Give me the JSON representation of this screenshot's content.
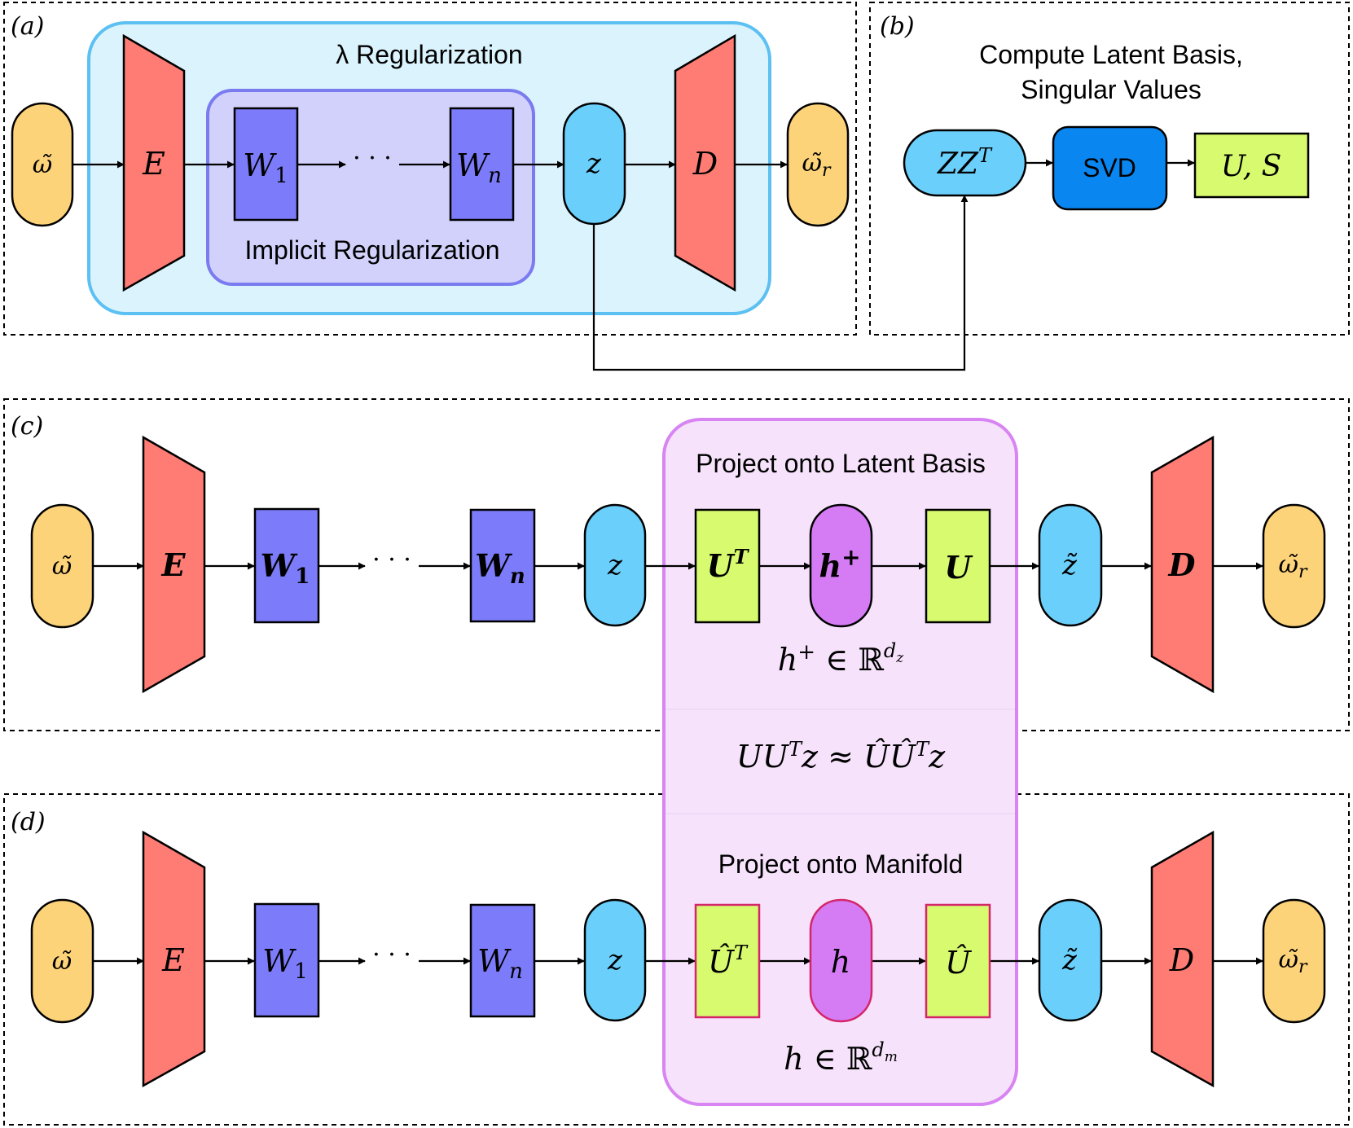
{
  "panels": {
    "a": {
      "label": "(a)",
      "outer_group_label": "λ Regularization",
      "inner_group_label": "Implicit Regularization",
      "input": "ω̃",
      "encoder": "E",
      "w1_main": "W",
      "w1_sub": "1",
      "dots": "· · ·",
      "wn_main": "W",
      "wn_sub": "n",
      "latent": "z",
      "decoder": "D",
      "output_main": "ω̃",
      "output_sub": "r"
    },
    "b": {
      "label": "(b)",
      "title_line1": "Compute Latent Basis,",
      "title_line2": "Singular Values",
      "zzt_main": "ZZ",
      "zzt_sup": "T",
      "svd": "SVD",
      "us": "U, S"
    },
    "c": {
      "label": "(c)",
      "input": "ω̃",
      "encoder": "E",
      "w1_main": "W",
      "w1_sub": "1",
      "dots": "· · ·",
      "wn_main": "W",
      "wn_sub": "n",
      "latent": "z",
      "ut_main": "U",
      "ut_sup": "T",
      "h_main": "h",
      "h_sup": "+",
      "u": "U",
      "ztilde": "z̃",
      "decoder": "D",
      "output_main": "ω̃",
      "output_sub": "r"
    },
    "d": {
      "label": "(d)",
      "input": "ω̃",
      "encoder": "E",
      "w1_main": "W",
      "w1_sub": "1",
      "dots": "· · ·",
      "wn_main": "W",
      "wn_sub": "n",
      "latent": "z",
      "uhatt_main": "Û",
      "uhatt_sup": "T",
      "h": "h",
      "uhat": "Û",
      "ztilde": "z̃",
      "decoder": "D",
      "output_main": "ω̃",
      "output_sub": "r"
    }
  },
  "projection": {
    "basis_title": "Project onto Latent Basis",
    "basis_eq_main": "h",
    "basis_eq_sup": "+",
    "basis_eq_rel": " ∈ ℝ",
    "basis_eq_exp": "d",
    "basis_eq_expsub": "z",
    "approx_eq_a": "UU",
    "approx_eq_a_sup": "T",
    "approx_eq_b": "z ≈ ÛÛ",
    "approx_eq_b_sup": "T",
    "approx_eq_c": "z",
    "manifold_title": "Project onto Manifold",
    "manifold_eq_main": "h",
    "manifold_eq_rel": " ∈ ℝ",
    "manifold_eq_exp": "d",
    "manifold_eq_expsub": "m"
  },
  "colors": {
    "input_output": "#fdd37a",
    "encoder_decoder": "#fe7c73",
    "weight_layer": "#7c7cfa",
    "latent": "#6bcffb",
    "projection_matrix": "#d7fa6f",
    "hidden": "#d57cf5",
    "svd": "#0a86f0",
    "lambda_box": "#dbf3fd",
    "implicit_box": "#d1d1fb",
    "projection_box": "#f6e3fb"
  }
}
